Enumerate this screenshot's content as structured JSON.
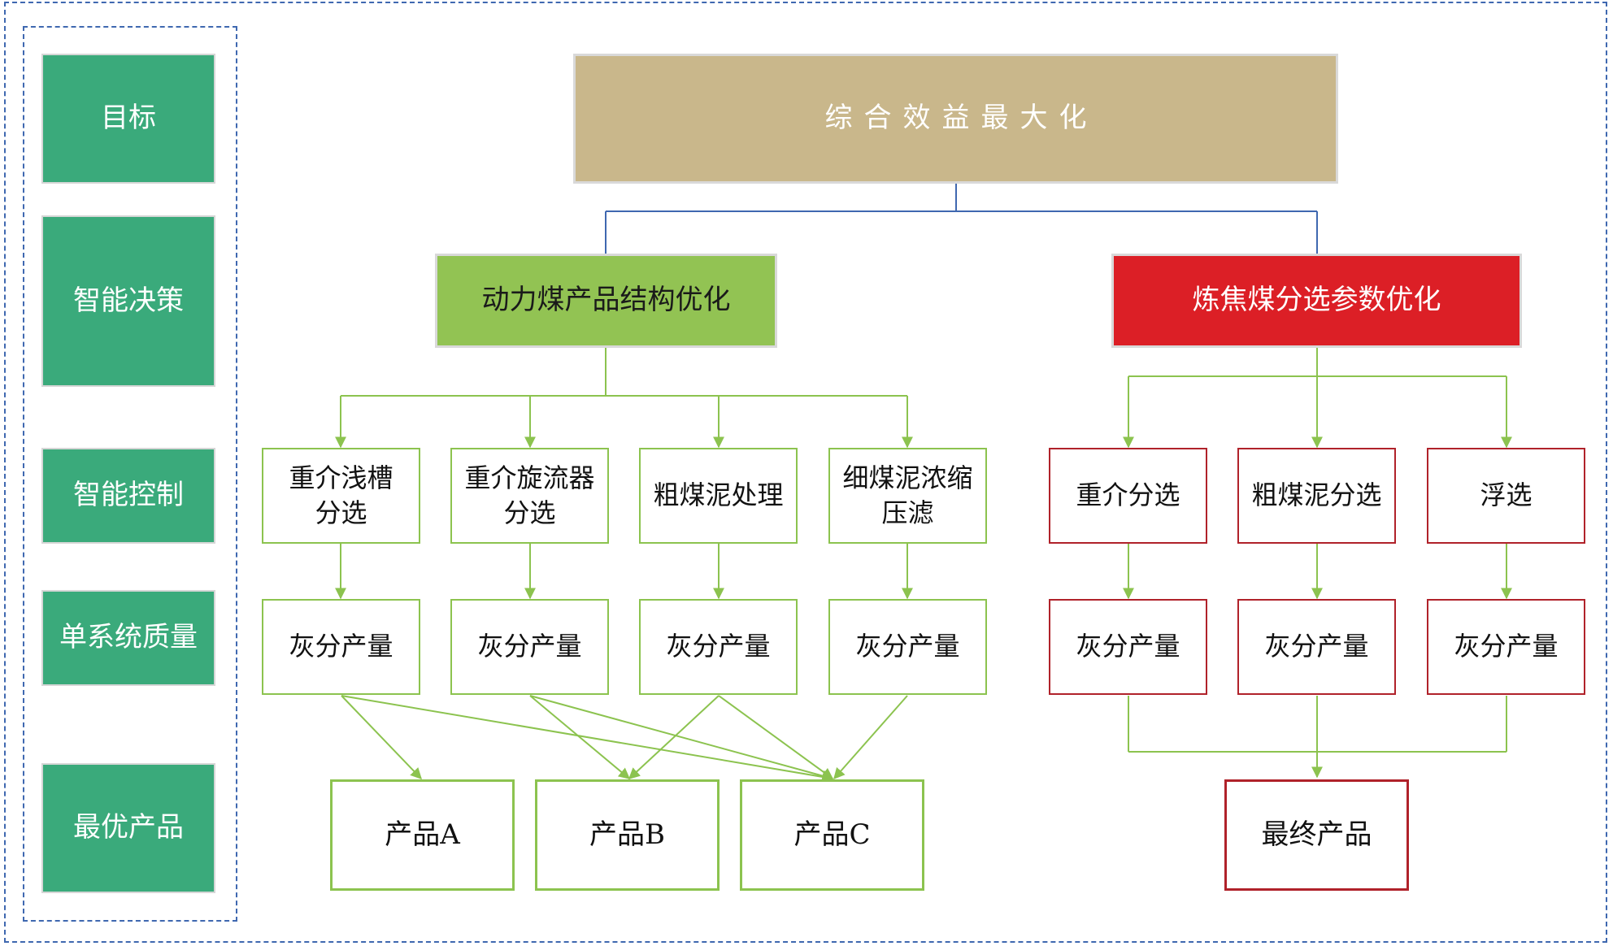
{
  "levels": [
    "目标",
    "智能决策",
    "智能控制",
    "单系统质量",
    "最优产品"
  ],
  "goal": "综合效益最大化",
  "left_branch": {
    "title": "动力煤产品结构优化",
    "processes": [
      "重介浅槽\n分选",
      "重介旋流器\n分选",
      "粗煤泥处理",
      "细煤泥浓缩\n压滤"
    ],
    "qualities": [
      "灰分产量",
      "灰分产量",
      "灰分产量",
      "灰分产量"
    ],
    "products": [
      "产品A",
      "产品B",
      "产品C"
    ]
  },
  "right_branch": {
    "title": "炼焦煤分选参数优化",
    "processes": [
      "重介分选",
      "粗煤泥分选",
      "浮选"
    ],
    "qualities": [
      "灰分产量",
      "灰分产量",
      "灰分产量"
    ],
    "final_product": "最终产品"
  },
  "colors": {
    "level_fill": "#3aaa7b",
    "goal_fill": "#c9b78b",
    "left_fill": "#92c353",
    "right_fill": "#dc1f26",
    "left_line": "#8cc34f",
    "right_line": "#b0222a",
    "top_connector": "#3f68b0",
    "frame": "#3f68b0"
  }
}
